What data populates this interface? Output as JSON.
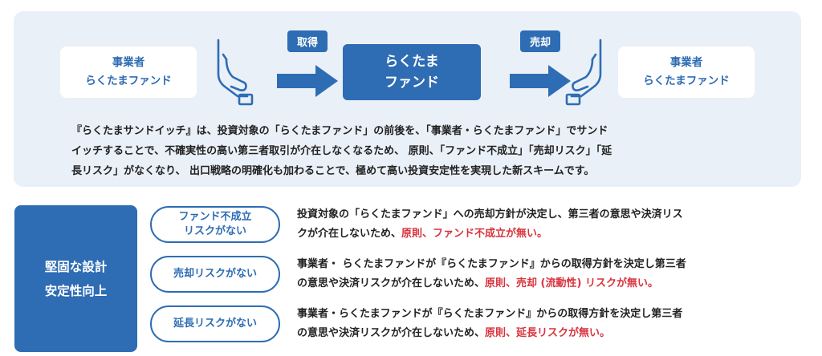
{
  "top": {
    "left_party": {
      "line1": "事業者",
      "line2": "らくたまファンド"
    },
    "acquire_label": "取得",
    "fund": {
      "line1": "らくたま",
      "line2": "ファンド"
    },
    "sale_label": "売却",
    "right_party": {
      "line1": "事業者",
      "line2": "らくたまファンド"
    },
    "description": [
      "『らくたまサンドイッチ』は、投資対象の「らくたまファンド」の前後を、「事業者・らくたまファンド」でサンド",
      "イッチすることで、不確実性の高い第三者取引が介在しなくなるため、 原則、「ファンド不成立」「売却リスク」「延",
      "長リスク」がなくなり、 出口戦略の明確化も加わることで、極めて高い投資安定性を実現した新スキームです。"
    ]
  },
  "sidebar": {
    "line1": "堅固な設計",
    "line2": "安定性向上"
  },
  "risks": [
    {
      "pill_line1": "ファンド不成立",
      "pill_line2": "リスクがない",
      "text_line1": "投資対象の「らくたまファンド」への売却方針が決定し、第三者の意思や決済リス",
      "text_line2_plain": "クが介在しないため、",
      "text_line2_red": "原則、ファンド不成立が無い。"
    },
    {
      "pill_line1": "売却リスクがない",
      "text_line1": "事業者・ らくたまファンドが『らくたまファンド』からの取得方針を決定し第三者",
      "text_line2_plain": "の意思や決済リスクが介在しないため、",
      "text_line2_red": "原則、売却 (流動性) リスクが無い。"
    },
    {
      "pill_line1": "延長リスクがない",
      "text_line1": "事業者・らくたまファンドが『らくたまファンド』からの取得方針を決定し第三者",
      "text_line2_plain": "の意思や決済リスクが介在しないため、",
      "text_line2_red": "原則、延長リスクが無い。"
    }
  ],
  "colors": {
    "brand_blue": "#2e6cb4",
    "highlight_red": "#d8333d",
    "panel_bg": "#eaf0f8"
  },
  "icons": {
    "left_hand": "giving-hand-icon",
    "right_hand": "receiving-hand-icon",
    "arrow": "right-arrow-icon"
  }
}
